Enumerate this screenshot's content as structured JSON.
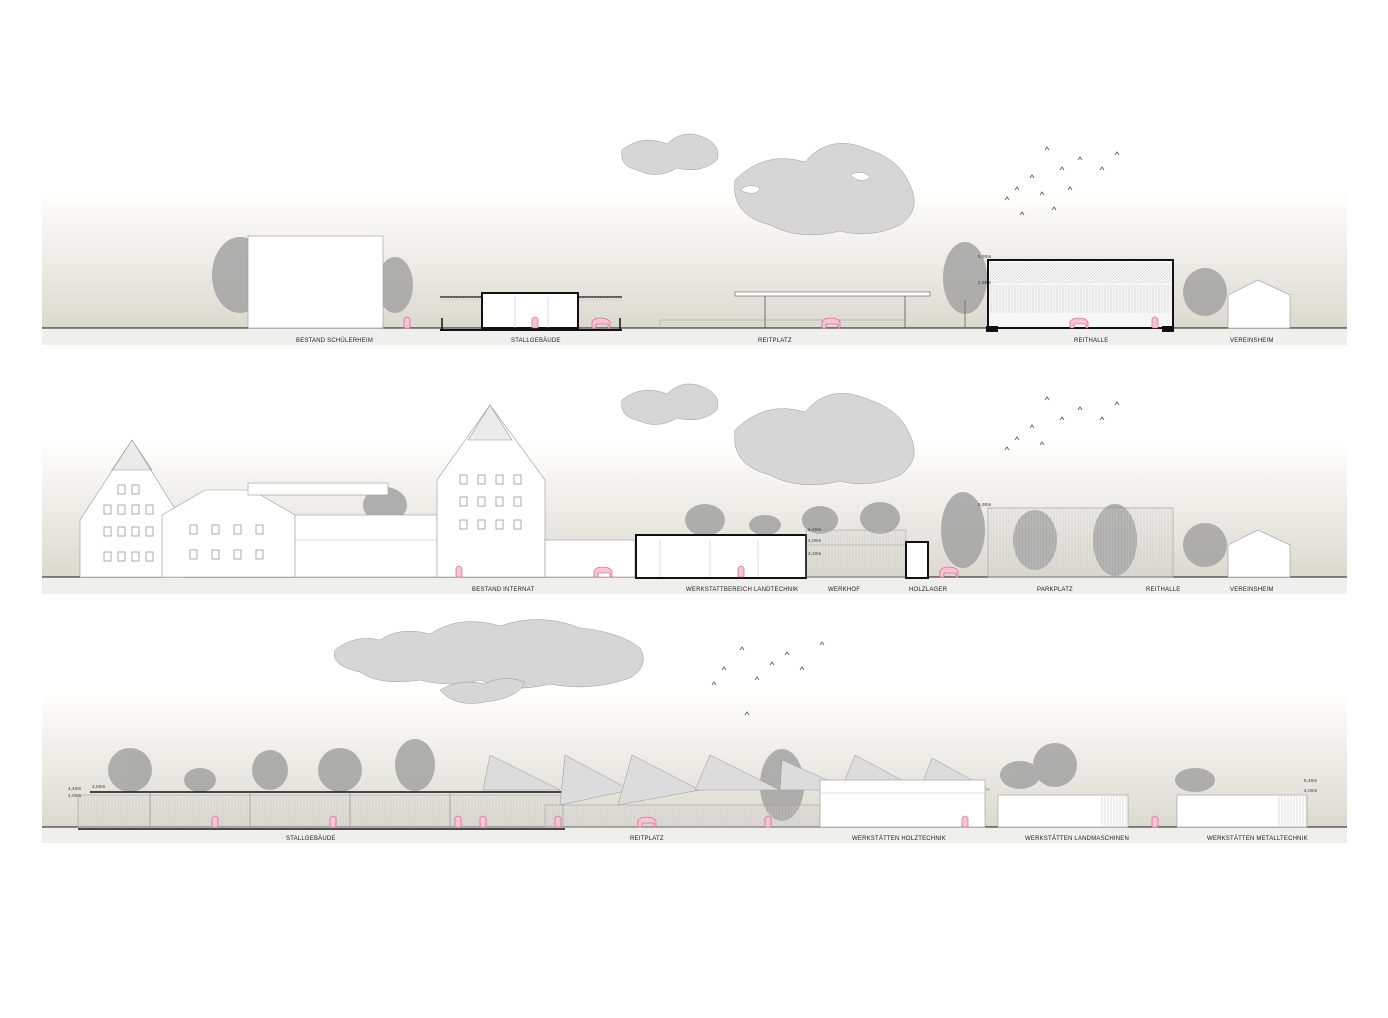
{
  "colors": {
    "sky_top": "#ffffff",
    "sky_bottom": "#dcd9cf",
    "ground_strip": "#efefec",
    "figure_accent": "#e0457b",
    "tree": "#9a9a9a",
    "line": "#111111"
  },
  "sections": [
    {
      "labels": [
        {
          "text": "BESTAND SCHÜLERHEIM"
        },
        {
          "text": "STALLGEBÄUDE"
        },
        {
          "text": "REITPLATZ"
        },
        {
          "text": "REITHALLE"
        },
        {
          "text": "VEREINSHEIM"
        }
      ],
      "dimensions": [
        {
          "text": "5,90m"
        },
        {
          "text": "2,95m"
        }
      ]
    },
    {
      "labels": [
        {
          "text": "BESTAND INTERNAT"
        },
        {
          "text": "WERKSTATTBEREICH LANDTECHNIK"
        },
        {
          "text": "WERKHOF"
        },
        {
          "text": "HOLZLAGER"
        },
        {
          "text": "PARKPLATZ"
        },
        {
          "text": "REITHALLE"
        },
        {
          "text": "VEREINSHEIM"
        }
      ],
      "dimensions": [
        {
          "text": "6,40m"
        },
        {
          "text": "4,00m"
        },
        {
          "text": "3,40m"
        },
        {
          "text": "5,90m"
        }
      ]
    },
    {
      "labels": [
        {
          "text": "STALLGEBÄUDE"
        },
        {
          "text": "REITPLATZ"
        },
        {
          "text": "WERKSTÄTTEN HOLZTECHNIK"
        },
        {
          "text": "WERKSTÄTTEN LANDMASCHINEN"
        },
        {
          "text": "WERKSTÄTTEN METALLTECHNIK"
        }
      ],
      "dimensions": [
        {
          "text": "4,40m"
        },
        {
          "text": "4,00m"
        },
        {
          "text": "3,50m"
        },
        {
          "text": "5,40m"
        },
        {
          "text": "4,00m"
        }
      ]
    }
  ]
}
